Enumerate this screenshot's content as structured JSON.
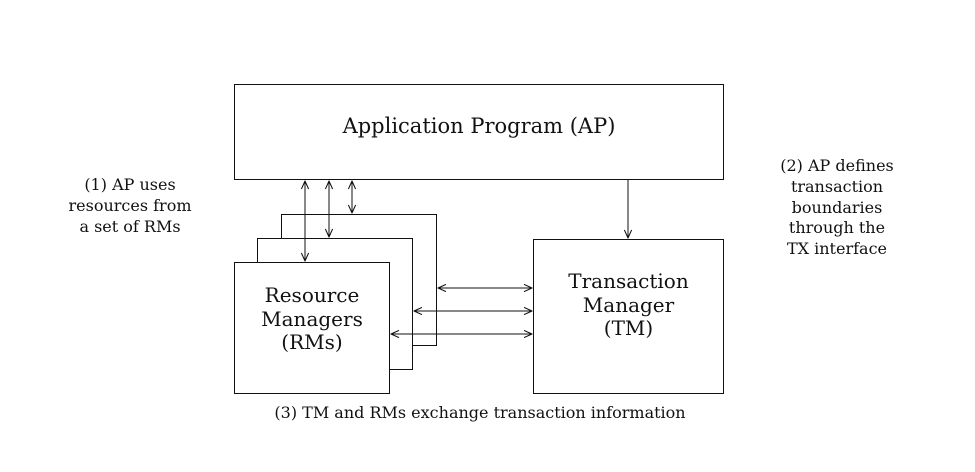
{
  "application_program": {
    "label": "Application Program (AP)"
  },
  "resource_managers": {
    "label": "Resource\nManagers\n(RMs)"
  },
  "transaction_manager": {
    "label": "Transaction\nManager\n(TM)"
  },
  "notes": {
    "ap_uses_rms": "(1) AP uses\nresources from\na set of RMs",
    "ap_defines_boundaries": "(2) AP defines\ntransaction\nboundaries\nthrough the\nTX interface",
    "tm_rms_exchange": "(3) TM and RMs exchange transaction information"
  }
}
